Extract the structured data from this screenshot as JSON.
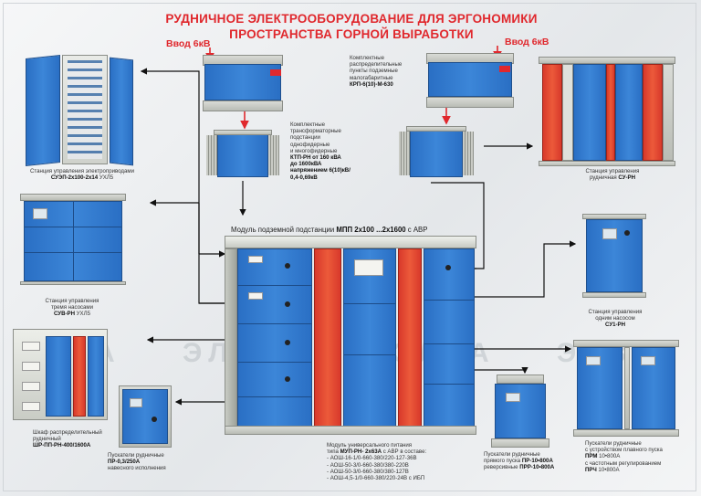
{
  "title": {
    "line1": "РУДНИЧНОЕ ЭЛЕКТРООБОРУДОВАНИЕ ДЛЯ ЭРГОНОМИКИ",
    "line2": "ПРОСТРАНСТВА ГОРНОЙ ВЫРАБОТКИ"
  },
  "inputs": {
    "left": "Ввод 6кВ",
    "right": "Ввод 6кВ"
  },
  "krp": {
    "line1": "Комплектные",
    "line2": "распределительные",
    "line3": "пункты подземные",
    "line4": "малогабаритные",
    "name": "КРП-6(10)-М-630"
  },
  "ktp": {
    "line1": "Комплектные",
    "line2": "трансформаторные",
    "line3": "подстанции",
    "line4": "однофидерные",
    "line5": "и многофидерные",
    "name": "КТП-РН от 160 кВА",
    "line7": "до 1600кВА",
    "line8": "напряжением 6(10)кВ/",
    "line9": "0,4-0,69кВ"
  },
  "sup": {
    "line1": "Станция управления электроприводами",
    "name": "СУЭП-2х100-2х14",
    "suffix": " УХЛ5"
  },
  "su_rn": {
    "line1": "Станция управления",
    "line2_prefix": "рудничная ",
    "name": "СУ-РН"
  },
  "module": {
    "prefix": "Модуль подземной подстанции ",
    "name": "МПП 2х100 ...2х1600",
    "suffix": " с АВР"
  },
  "suv": {
    "line1": "Станция управления",
    "line2": "тремя насосами",
    "name": "СУВ-РН",
    "suffix": " УХЛ5"
  },
  "su1": {
    "line1": "Станция управления",
    "line2": "одним насосом",
    "name": "СУ1-РН"
  },
  "shr": {
    "line1": "Шкаф распределительный",
    "line2": "рудничный",
    "name": "ШР-ПП-РН-400/1600А"
  },
  "pr": {
    "line1": "Пускатели рудничные",
    "name": "ПР-0,3/250А",
    "line3": "навесного исполнения"
  },
  "mup": {
    "line1": "Модуль универсального питания",
    "line2_prefix": "типа ",
    "name": "МУП-РН- 2х63А",
    "line2_suffix": " с АВР в составе:",
    "items": [
      "- АОШ-16-1/0-660-380/220-127-36В",
      "- АОШ-50-3/0-660-380/380-220В",
      "- АОШ-50-3/0-660-380/380-127В",
      "- АОШ-4,5-1/0-660-380/220-24В с ИБП"
    ]
  },
  "prv": {
    "line1": "Пускатели рудничные",
    "line2_prefix": "прямого пуска ",
    "name1": "ПР-10•800А",
    "line3_prefix": "реверсивные ",
    "name2": "ПРР-10•800А"
  },
  "prm": {
    "line1": "Пускатели рудничные",
    "line2": "с устройством плавного пуска",
    "line3_prefix": "",
    "name1": "ПРМ",
    "line3_suffix": " 10•800А",
    "line4": "с частотным регулированием",
    "name2": "ПРЧ",
    "line5_suffix": " 10•800А"
  },
  "watermark": "ЭЛЗА",
  "colors": {
    "title_red": "#e0282d",
    "cabinet_blue": "#2f7ad0",
    "accent_red": "#e04a32",
    "arrow": "#111111"
  }
}
